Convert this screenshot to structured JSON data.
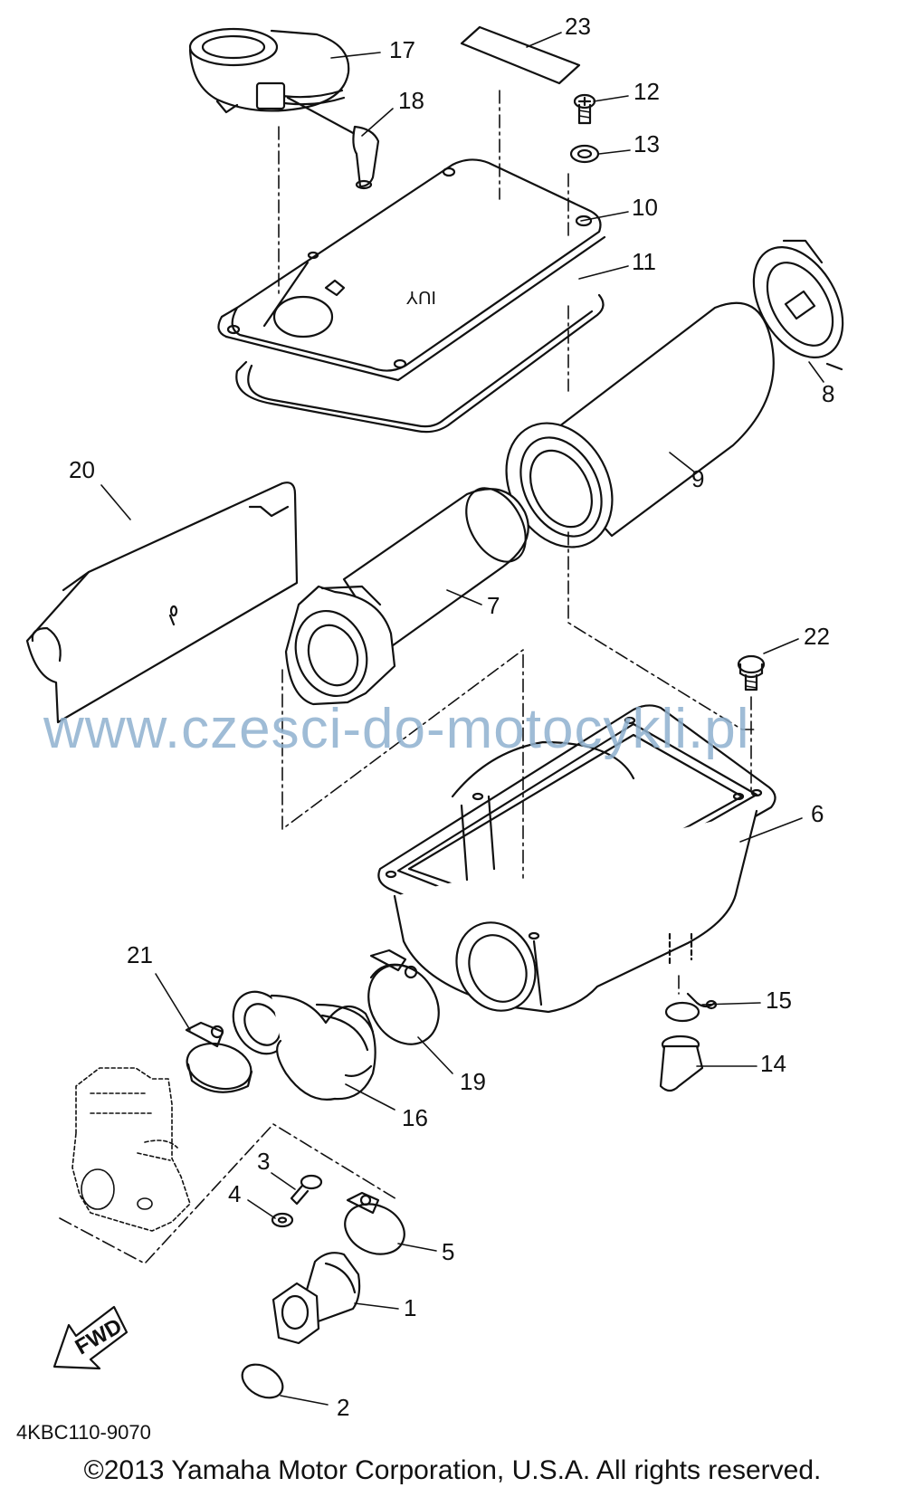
{
  "diagram": {
    "part_labels": [
      "1",
      "2",
      "3",
      "4",
      "5",
      "6",
      "7",
      "8",
      "9",
      "10",
      "11",
      "12",
      "13",
      "14",
      "15",
      "16",
      "17",
      "18",
      "19",
      "20",
      "21",
      "22",
      "23"
    ],
    "cover_marking": "IUY",
    "fwd_label": "FWD",
    "part_code": "4KBC110-9070",
    "watermark": "www.czesci-do-motocykli.pl",
    "copyright": "©2013 Yamaha Motor Corporation, U.S.A. All rights reserved."
  },
  "colors": {
    "line": "#111111",
    "watermark": "#8fb1cf",
    "background": "#ffffff"
  }
}
